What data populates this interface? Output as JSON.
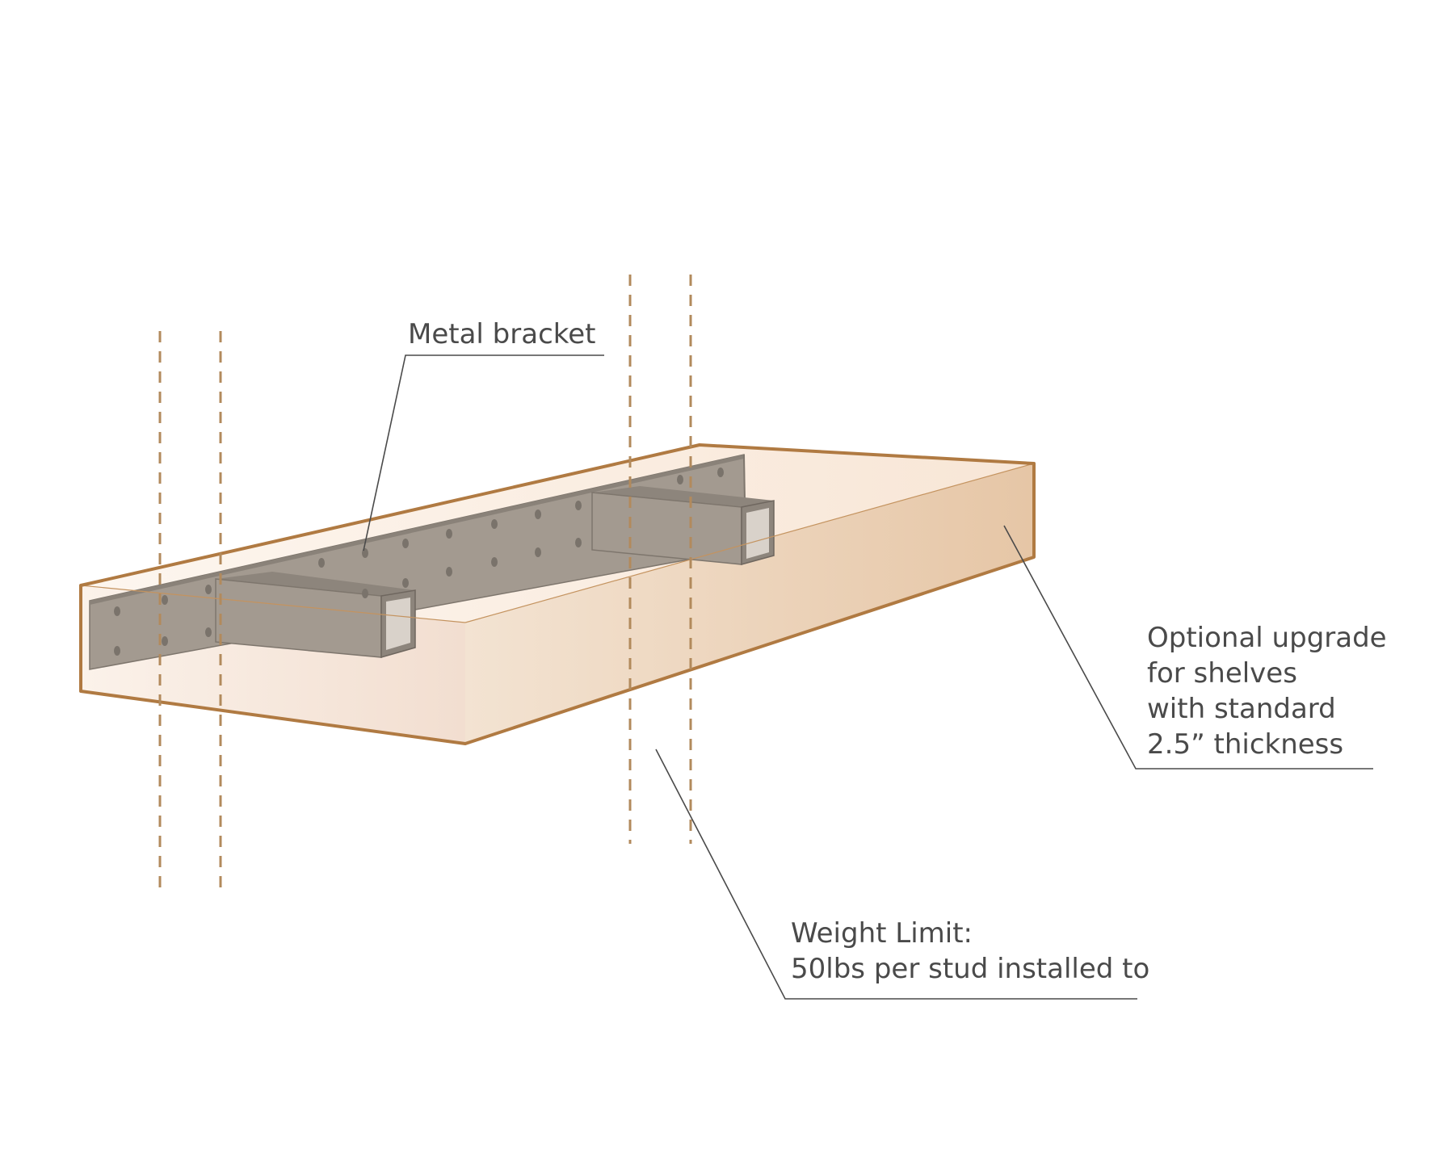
{
  "labels": {
    "metal_bracket": "Metal bracket",
    "optional_upgrade": [
      "Optional upgrade",
      "for shelves",
      "with standard",
      "2.5” thickness"
    ],
    "weight_limit": [
      "Weight Limit:",
      "50lbs per stud installed to"
    ]
  },
  "colors": {
    "shelf_outline": "#b07a42",
    "shelf_light": "#fbf0e6",
    "shelf_dark": "#e7c9a9",
    "bracket": "#a39a90",
    "bracket_dark": "#7e766d",
    "stud_line": "#b28a5c",
    "text": "#4a4a4a"
  }
}
